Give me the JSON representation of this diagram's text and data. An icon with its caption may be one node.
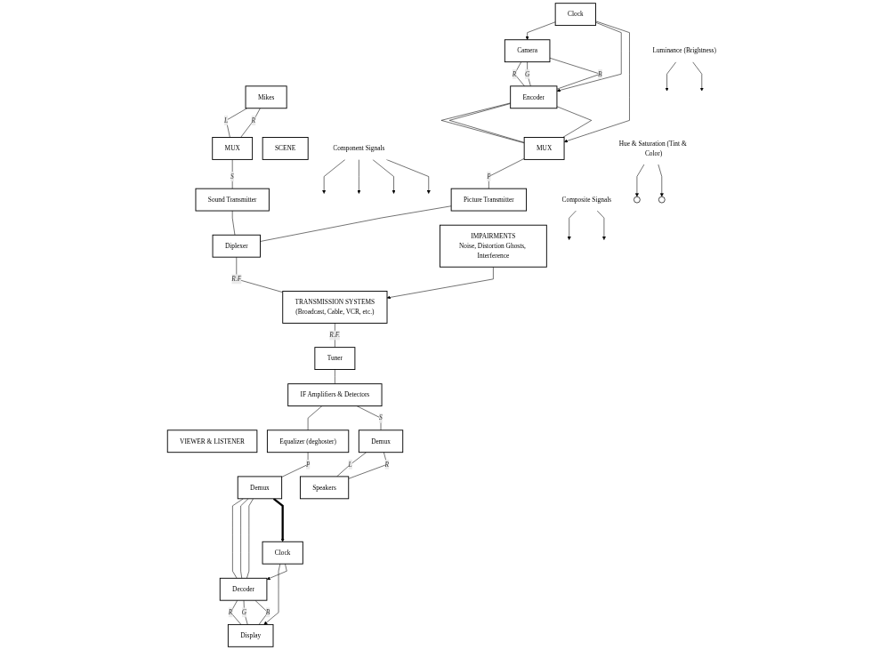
{
  "diagram": {
    "nodes": [
      {
        "text": [
          "SCENE"
        ]
      },
      {
        "text": [
          "VIEWER & LISTENER"
        ]
      },
      {
        "text": [
          "Mikes"
        ]
      },
      {
        "text": [
          "Camera"
        ]
      },
      {
        "text": [
          "Encoder"
        ]
      },
      {
        "text": [
          "Clock"
        ]
      },
      {
        "text": [
          "MUX"
        ]
      },
      {
        "text": [
          "MUX"
        ]
      },
      {
        "text": [
          "Sound Transmitter"
        ]
      },
      {
        "text": [
          "Picture Transmitter"
        ]
      },
      {
        "text": [
          "Diplexer"
        ]
      },
      {
        "text": [
          "IMPAIRMENTS",
          "Noise, Distortion Ghosts, Interference"
        ]
      },
      {
        "text": [
          "TRANSMISSION SYSTEMS",
          "(Broadcast, Cable, VCR, etc.)"
        ]
      },
      {
        "text": [
          "Display"
        ]
      },
      {
        "text": [
          "Speakers"
        ]
      },
      {
        "text": [
          "Decoder"
        ]
      },
      {
        "text": [
          "Clock"
        ]
      },
      {
        "text": [
          "Demux"
        ]
      },
      {
        "text": [
          "Demux"
        ]
      },
      {
        "text": [
          "Equalizer (deghoster)"
        ]
      },
      {
        "text": [
          "IF Amplifiers & Detectors"
        ]
      },
      {
        "text": [
          "Tuner"
        ]
      },
      {
        "text": [
          "Component Signals"
        ]
      },
      {
        "text": [
          "Hue & Saturation (Tint & Color)"
        ]
      },
      {
        "text": [
          "Luminance (Brightness)"
        ]
      },
      {
        "text": [
          "Composite Signals"
        ]
      },
      {
        "text": [],
        "shape": "circle"
      },
      {
        "text": [],
        "shape": "circle"
      }
    ],
    "edges": [
      {
        "from": 2,
        "to": 6,
        "arrow": "none",
        "label": "L"
      },
      {
        "from": 2,
        "to": 6,
        "arrow": "none",
        "label": "R"
      },
      {
        "from": 5,
        "to": 3,
        "arrow": "to"
      },
      {
        "from": 5,
        "to": 4,
        "arrow": "to"
      },
      {
        "from": 5,
        "to": 7,
        "arrow": "to"
      },
      {
        "from": 3,
        "to": 4,
        "arrow": "none",
        "label": "R"
      },
      {
        "from": 3,
        "to": 4,
        "arrow": "none",
        "label": "G"
      },
      {
        "from": 3,
        "to": 4,
        "arrow": "none",
        "label": "B"
      },
      {
        "from": 4,
        "to": 7,
        "arrow": "none"
      },
      {
        "from": 4,
        "to": 7,
        "arrow": "none"
      },
      {
        "from": 4,
        "to": 7,
        "arrow": "none"
      },
      {
        "from": 6,
        "to": 8,
        "arrow": "none",
        "label": "S"
      },
      {
        "from": 7,
        "to": 9,
        "arrow": "none",
        "label": "P"
      },
      {
        "from": 8,
        "to": 10,
        "arrow": "none"
      },
      {
        "from": 9,
        "to": 10,
        "arrow": "none"
      },
      {
        "from": 10,
        "to": 12,
        "arrow": "none",
        "label": "R.F"
      },
      {
        "from": 11,
        "to": 12,
        "arrow": "to"
      },
      {
        "from": 12,
        "to": 21,
        "arrow": "none",
        "label": "R.F."
      },
      {
        "from": 21,
        "to": 20,
        "arrow": "none"
      },
      {
        "from": 20,
        "to": 19,
        "arrow": "none"
      },
      {
        "from": 20,
        "to": 18,
        "arrow": "none",
        "label": "S"
      },
      {
        "from": 19,
        "to": 17,
        "arrow": "none",
        "label": "P"
      },
      {
        "from": 17,
        "to": 15,
        "arrow": "none"
      },
      {
        "from": 17,
        "to": 15,
        "arrow": "none"
      },
      {
        "from": 17,
        "to": 15,
        "arrow": "none"
      },
      {
        "from": 15,
        "to": 13,
        "arrow": "none",
        "label": "R"
      },
      {
        "from": 15,
        "to": 13,
        "arrow": "none",
        "label": "G"
      },
      {
        "from": 15,
        "to": 13,
        "arrow": "none",
        "label": "B"
      },
      {
        "from": 17,
        "to": 16,
        "arrow": "to",
        "style": "thick"
      },
      {
        "from": 16,
        "to": 13,
        "arrow": "to"
      },
      {
        "from": 16,
        "to": 15,
        "arrow": "to"
      },
      {
        "from": 18,
        "to": 14,
        "arrow": "none",
        "label": "L"
      },
      {
        "from": 18,
        "to": 14,
        "arrow": "none",
        "label": "R"
      },
      {
        "from": 22,
        "to": null,
        "arrow": "to"
      },
      {
        "from": 22,
        "to": null,
        "arrow": "to"
      },
      {
        "from": 22,
        "to": null,
        "arrow": "to"
      },
      {
        "from": 22,
        "to": null,
        "arrow": "to"
      },
      {
        "from": 23,
        "to": 26,
        "arrow": "to"
      },
      {
        "from": 23,
        "to": 27,
        "arrow": "to"
      },
      {
        "from": 24,
        "to": null,
        "arrow": "to"
      },
      {
        "from": 24,
        "to": null,
        "arrow": "to"
      },
      {
        "from": 25,
        "to": null,
        "arrow": "to"
      },
      {
        "from": 25,
        "to": null,
        "arrow": "to"
      }
    ]
  }
}
